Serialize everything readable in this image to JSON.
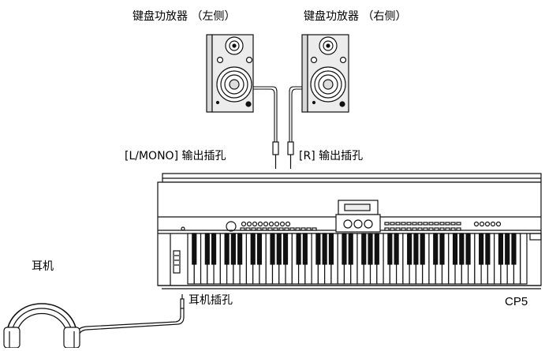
{
  "labels": {
    "speaker_left": "键盘功放器 （左侧）",
    "speaker_right": "键盘功放器 （右侧）",
    "output_left": "[L/MONO] 输出插孔",
    "output_right": "[R] 输出插孔",
    "headphones": "耳机",
    "headphone_jack": "耳机插孔",
    "model": "CP5"
  },
  "keyboard": {
    "white_key_count": 52
  },
  "colors": {
    "line": "#111111",
    "speaker_body": "#e8e8e8",
    "panel": "#f2f2f2",
    "key_white": "#ffffff",
    "key_black": "#111111"
  }
}
